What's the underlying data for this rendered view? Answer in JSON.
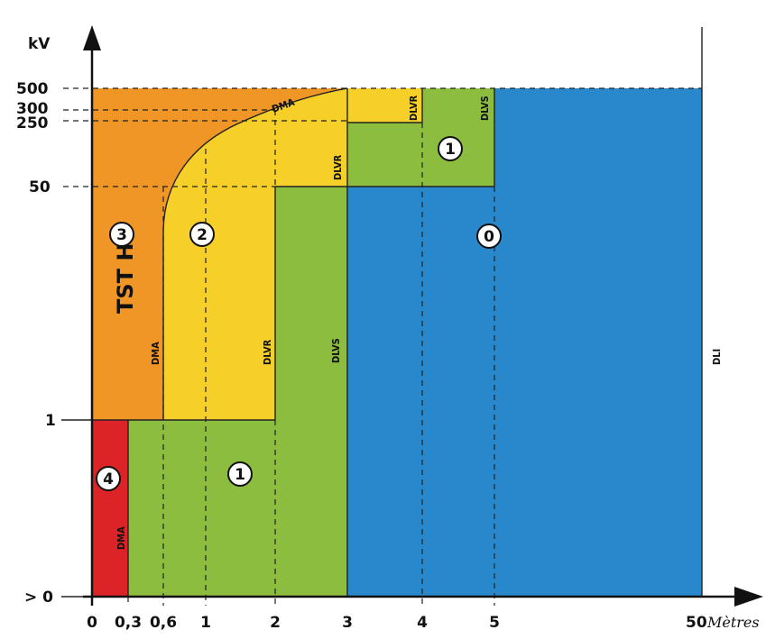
{
  "axes": {
    "y_unit": "kV",
    "x_unit_number": "50",
    "x_unit_word": "Mètres",
    "y_ticks": [
      "500",
      "300",
      "250",
      "50",
      "1",
      "> 0"
    ],
    "x_ticks": [
      "0",
      "0,3",
      "0,6",
      "1",
      "2",
      "3",
      "4",
      "5"
    ]
  },
  "labels": {
    "dma_left": "DMA",
    "dma_curve": "DMA",
    "dma_red": "DMA",
    "dlvr_yellow": "DLVR",
    "dlvs_green": "DLVS",
    "dlvr_upper": "DLVR",
    "dlvr_top": "DLVR",
    "dlvs_top": "DLVS",
    "dli": "DLI",
    "tst_ht": "TST  HT"
  },
  "zones": {
    "zone_3": "3",
    "zone_2": "2",
    "zone_1_upper": "1",
    "zone_0": "0",
    "zone_4": "4",
    "zone_1_lower": "1"
  },
  "colors": {
    "orange": "#ef9626",
    "yellow": "#f6cf29",
    "green": "#8dbd3f",
    "blue": "#2888cb",
    "red": "#dc2328"
  }
}
